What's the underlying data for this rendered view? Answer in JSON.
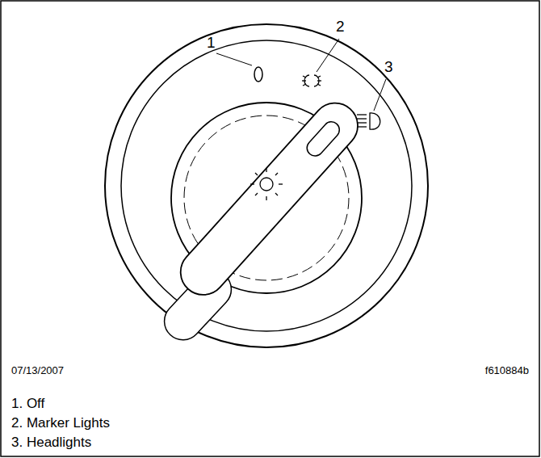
{
  "diagram": {
    "labels": [
      "1",
      "2",
      "3",
      "07/13/2007",
      "f610884b",
      "1. Off",
      "2. Marker Lights",
      "3. Headlights"
    ]
  }
}
